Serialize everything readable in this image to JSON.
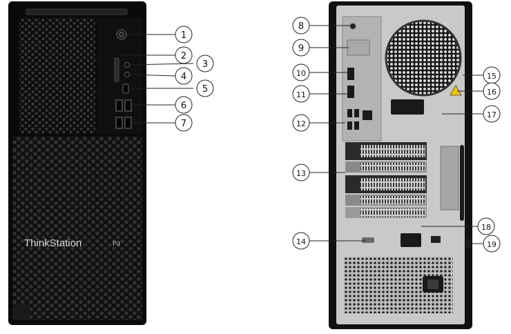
{
  "front_view": {
    "brand_logo": "ThinkStation",
    "model_badge": "P3",
    "callouts": [
      {
        "number": "1",
        "target": "power-button"
      },
      {
        "number": "2",
        "target": "card-reader-slot"
      },
      {
        "number": "3",
        "target": "headset-jack"
      },
      {
        "number": "4",
        "target": "microphone-jack"
      },
      {
        "number": "5",
        "target": "usb-c-port"
      },
      {
        "number": "6",
        "target": "usb-a-ports-upper"
      },
      {
        "number": "7",
        "target": "usb-a-ports-lower"
      }
    ]
  },
  "rear_view": {
    "callouts": [
      {
        "number": "8",
        "target": "audio-line-out"
      },
      {
        "number": "9",
        "target": "optional-port-slot"
      },
      {
        "number": "10",
        "target": "hdmi-port"
      },
      {
        "number": "11",
        "target": "displayport"
      },
      {
        "number": "12",
        "target": "usb-and-ethernet-ports"
      },
      {
        "number": "13",
        "target": "pci-express-slots"
      },
      {
        "number": "14",
        "target": "serial-connector"
      },
      {
        "number": "15",
        "target": "fan-vent"
      },
      {
        "number": "16",
        "target": "warning-label"
      },
      {
        "number": "17",
        "target": "cover-release-latch"
      },
      {
        "number": "18",
        "target": "power-connector-panel"
      },
      {
        "number": "19",
        "target": "security-lock-slot"
      }
    ]
  }
}
